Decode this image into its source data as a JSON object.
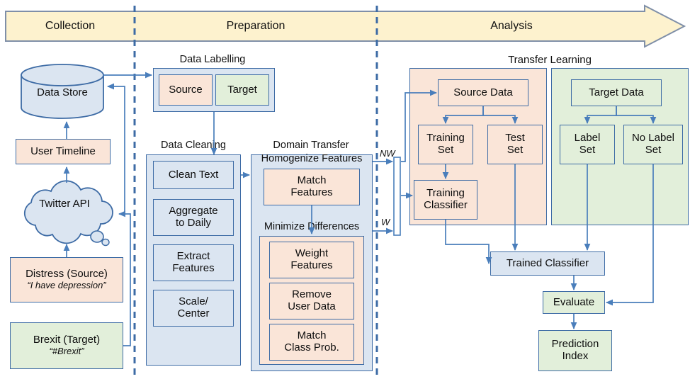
{
  "banner": {
    "phases": [
      {
        "label": "Collection"
      },
      {
        "label": "Preparation"
      },
      {
        "label": "Analysis"
      }
    ]
  },
  "collection": {
    "data_store": "Data Store",
    "user_timeline": "User Timeline",
    "twitter_api": "Twitter API",
    "source": {
      "title": "Distress (Source)",
      "quote": "“I have depression”"
    },
    "target": {
      "title": "Brexit (Target)",
      "quote": "“#Brexit”"
    }
  },
  "preparation": {
    "data_labelling": {
      "title": "Data Labelling",
      "source": "Source",
      "target": "Target"
    },
    "data_cleaning": {
      "title": "Data Cleaning",
      "steps": [
        {
          "label": "Clean Text"
        },
        {
          "label": "Aggregate\nto Daily"
        },
        {
          "label": "Extract\nFeatures"
        },
        {
          "label": "Scale/\nCenter"
        }
      ]
    },
    "domain_transfer": {
      "title": "Domain Transfer",
      "homogenize": {
        "title": "Homogenize Features",
        "items": [
          {
            "label": "Match\nFeatures"
          }
        ]
      },
      "minimize": {
        "title": "Minimize Differences",
        "items": [
          {
            "label": "Weight\nFeatures"
          },
          {
            "label": "Remove\nUser Data"
          },
          {
            "label": "Match\nClass Prob."
          }
        ]
      }
    },
    "edge_labels": {
      "nw": "NW",
      "w": "W"
    }
  },
  "analysis": {
    "title": "Transfer Learning",
    "source_panel": {
      "source_data": "Source Data",
      "training_set": "Training\nSet",
      "test_set": "Test\nSet",
      "training_classifier": "Training\nClassifier"
    },
    "target_panel": {
      "target_data": "Target Data",
      "label_set": "Label\nSet",
      "no_label_set": "No Label\nSet"
    },
    "trained_classifier": "Trained Classifier",
    "evaluate": "Evaluate",
    "prediction_index": "Prediction\nIndex"
  },
  "colors": {
    "banner_fill": "#fdf2ce",
    "banner_border": "#7f8fa8",
    "blue_fill": "#dbe5f1",
    "peach_fill": "#fae5d8",
    "green_fill": "#e2efda",
    "border": "#3d6ba5",
    "connector": "#4a7ebb",
    "divider": "#3d6ba5"
  }
}
